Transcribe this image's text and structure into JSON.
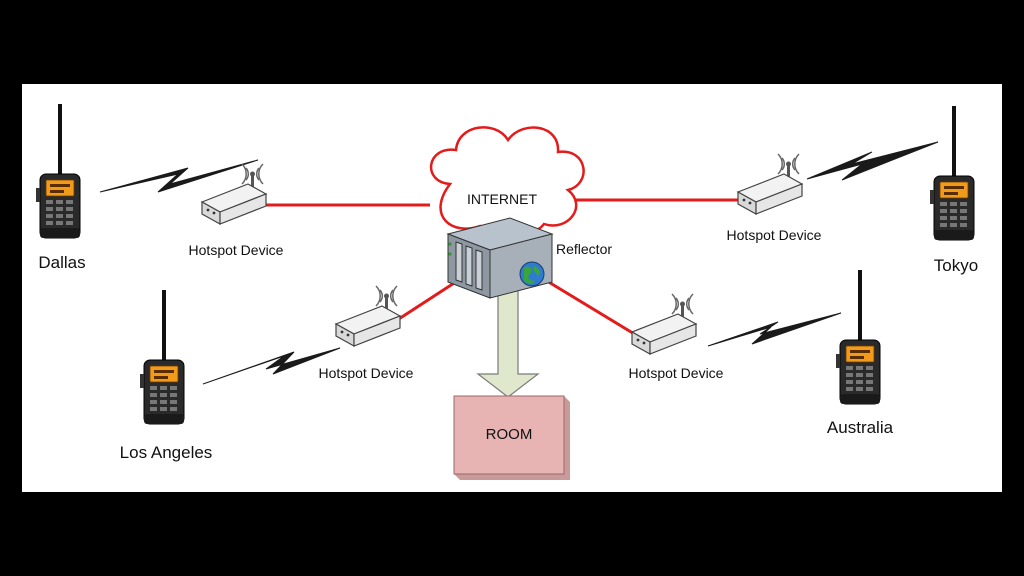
{
  "diagram": {
    "internet_label": "INTERNET",
    "reflector_label": "Reflector",
    "room_label": "ROOM",
    "hotspots": {
      "top_left": "Hotspot Device",
      "mid_left": "Hotspot Device",
      "top_right": "Hotspot Device",
      "mid_right": "Hotspot Device"
    },
    "locations": {
      "dallas": "Dallas",
      "los_angeles": "Los Angeles",
      "tokyo": "Tokyo",
      "australia": "Australia"
    }
  },
  "colors": {
    "link": "#e41b1b",
    "cloud_stroke": "#e31b1b",
    "room_fill": "#e7b3b3",
    "arrow_fill": "#dfe8cc"
  }
}
